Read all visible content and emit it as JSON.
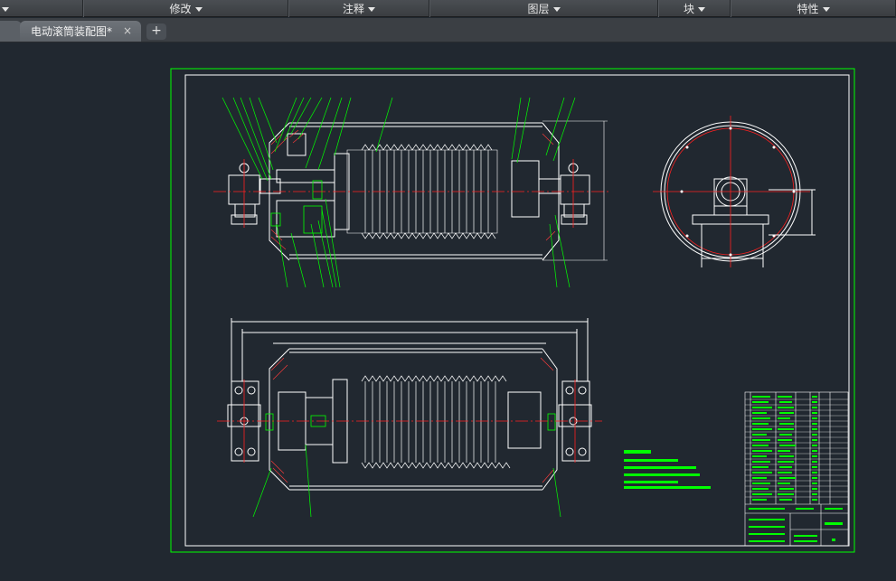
{
  "ribbon": {
    "panels": [
      {
        "label": "修改"
      },
      {
        "label": "注释"
      },
      {
        "label": "图层"
      },
      {
        "label": "块"
      },
      {
        "label": "特性"
      }
    ]
  },
  "tabs": {
    "active_label": "电动滚筒装配图*",
    "close_glyph": "×",
    "new_glyph": "+"
  },
  "icons": {
    "dropdown": "chevron-down-icon",
    "close": "close-icon",
    "new_tab": "plus-icon"
  },
  "colors": {
    "canvas": "#212830",
    "frame": "#00ff00",
    "part": "#ffffff",
    "center_line": "#ff2020",
    "leader": "#00ff00"
  }
}
